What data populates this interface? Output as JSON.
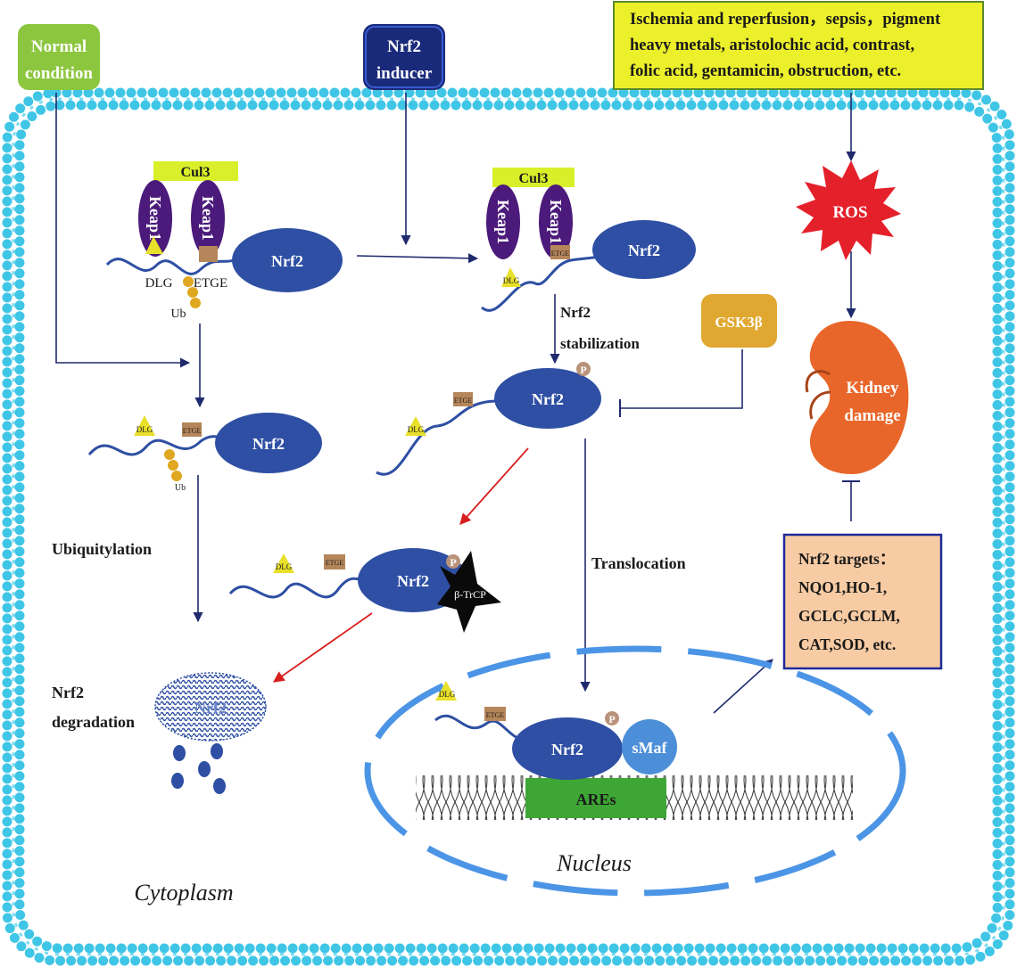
{
  "triggers": {
    "normal": [
      "Normal",
      "condition"
    ],
    "inducer": [
      "Nrf2",
      "inducer"
    ],
    "injury": [
      "Ischemia and reperfusion，sepsis，pigment",
      "heavy metals, aristolochic acid, contrast,",
      "folic acid, gentamicin, obstruction, etc."
    ]
  },
  "complex": {
    "cul3": "Cul3",
    "keap": "Keap1",
    "nrf2": "Nrf2",
    "dlg": "DLG",
    "etge": "ETGE",
    "ub": "Ub",
    "p": "P"
  },
  "labels": {
    "ubiquitylation": "Ubiquitylation",
    "degradation": [
      "Nrf2",
      "degradation"
    ],
    "stabilization": [
      "Nrf2",
      "stabilization"
    ],
    "translocation": "Translocation",
    "btrcp": "β-TrCP",
    "gsk": "GSK3β",
    "smaf": "sMaf",
    "ares": "AREs",
    "ros": "ROS",
    "kidney": [
      "Kidney",
      "damage"
    ],
    "cytoplasm": "Cytoplasm",
    "nucleus": "Nucleus"
  },
  "targets": [
    "Nrf2 targets：",
    "NQO1,HO-1,",
    "GCLC,GCLM,",
    "CAT,SOD, etc."
  ],
  "colors": {
    "membrane": "#3fc6e6",
    "keap": "#4b1a7a",
    "nrf2": "#2e4fa3",
    "cul3": "#d9ef2a",
    "box_green": "#8cc63f",
    "box_navy": "#1a2a7a",
    "box_yellow": "#ecf02a",
    "gsk": "#e0a830",
    "ros": "#e4202a",
    "kidney": "#e8662a",
    "targets_bg": "#f7cba3",
    "ares": "#3ea635",
    "smaf": "#4c8fd8",
    "nucleus": "#4c95e6",
    "arrow": "#1f2a6e",
    "arrow_red": "#d81e1e"
  }
}
